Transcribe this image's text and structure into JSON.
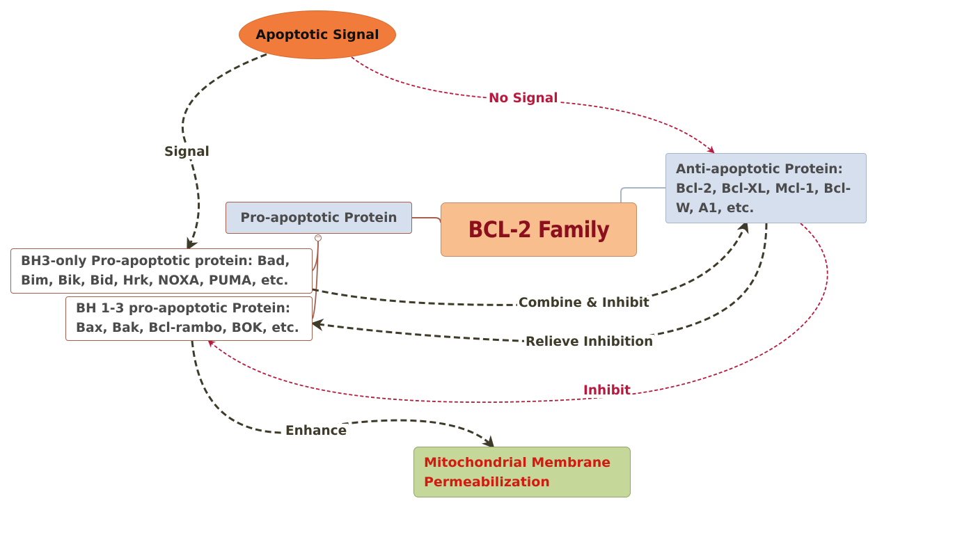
{
  "diagram": {
    "colors": {
      "signal_node": "#f07b3a",
      "central_node": "#f8be8e",
      "central_text": "#8b0f1d",
      "blue_node": "#d6dfee",
      "green_node": "#c5d89a",
      "green_text": "#d31a10",
      "dark_edge": "#3e3b2a",
      "red_edge": "#b8193d",
      "branch_line": "#a5604d"
    },
    "nodes": {
      "apoptotic_signal": "Apoptotic Signal",
      "bcl2_family": "BCL-2 Family",
      "pro_apoptotic": "Pro-apoptotic Protein",
      "anti_apoptotic": {
        "line1": "Anti-apoptotic Protein:",
        "line2": "Bcl-2, Bcl-XL, Mcl-1, Bcl-",
        "line3": "W, A1, etc."
      },
      "bh3_only": {
        "line1": "BH3-only Pro-apoptotic protein: Bad,",
        "line2": "Bim, Bik, Bid, Hrk, NOXA, PUMA, etc."
      },
      "bh1_3": {
        "line1": "BH 1-3 pro-apoptotic Protein:",
        "line2": "Bax, Bak, Bcl-rambo, BOK, etc."
      },
      "mmp": {
        "line1": "Mitochondrial Membrane",
        "line2": "Permeabilization"
      }
    },
    "edges": {
      "signal": "Signal",
      "no_signal": "No Signal",
      "combine_inhibit": "Combine & Inhibit",
      "relieve_inhibition": "Relieve Inhibition",
      "inhibit": "Inhibit",
      "enhance": "Enhance"
    },
    "collapse_symbol": "−"
  }
}
